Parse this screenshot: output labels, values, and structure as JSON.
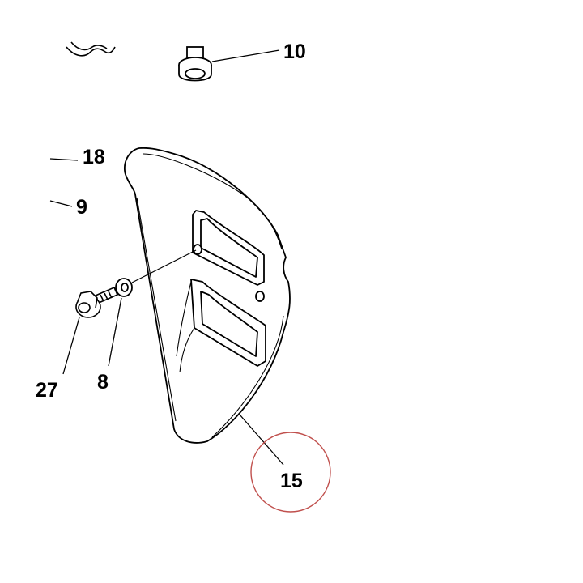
{
  "labels": {
    "l10": "10",
    "l18": "18",
    "l9": "9",
    "l27": "27",
    "l8": "8",
    "l15": "15"
  },
  "colors": {
    "ink": "#000000",
    "highlight_circle": "#c0504d",
    "background": "#ffffff"
  },
  "highlight": {
    "part": "15"
  }
}
